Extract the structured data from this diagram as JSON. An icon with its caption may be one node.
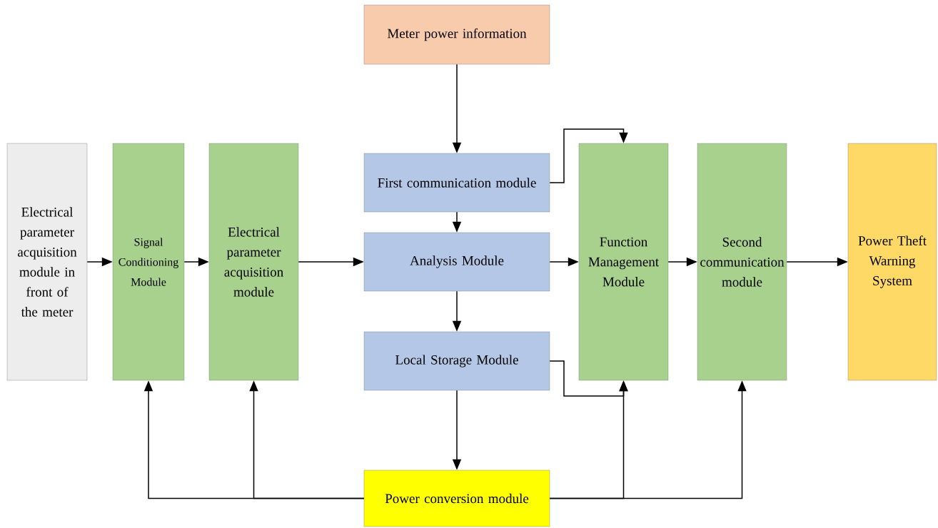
{
  "diagram": {
    "nodes": [
      {
        "text": [
          "Meter power information"
        ]
      },
      {
        "text": [
          "Electrical parameter acquisition module in front of the meter"
        ]
      },
      {
        "text": [
          "Signal Conditioning Module"
        ]
      },
      {
        "text": [
          "Electrical parameter acquisition module"
        ]
      },
      {
        "text": [
          "First communication module"
        ]
      },
      {
        "text": [
          "Analysis Module"
        ]
      },
      {
        "text": [
          "Local Storage Module"
        ]
      },
      {
        "text": [
          "Function Management Module"
        ]
      },
      {
        "text": [
          "Second communication module"
        ]
      },
      {
        "text": [
          "Power Theft Warning System"
        ]
      },
      {
        "text": [
          "Power conversion module"
        ]
      }
    ],
    "edges": [
      {
        "from": 0,
        "to": 4,
        "arrow": "to"
      },
      {
        "from": 1,
        "to": 2,
        "arrow": "to"
      },
      {
        "from": 2,
        "to": 3,
        "arrow": "to"
      },
      {
        "from": 3,
        "to": 5,
        "arrow": "to"
      },
      {
        "from": 4,
        "to": 5,
        "arrow": "to"
      },
      {
        "from": 4,
        "to": 7,
        "arrow": "to"
      },
      {
        "from": 5,
        "to": 7,
        "arrow": "to"
      },
      {
        "from": 5,
        "to": 6,
        "arrow": "to"
      },
      {
        "from": 6,
        "to": 7,
        "arrow": "to"
      },
      {
        "from": 6,
        "to": 10,
        "arrow": "to"
      },
      {
        "from": 7,
        "to": 8,
        "arrow": "to"
      },
      {
        "from": 8,
        "to": 9,
        "arrow": "to"
      },
      {
        "from": 10,
        "to": 2,
        "arrow": "to"
      },
      {
        "from": 10,
        "to": 3,
        "arrow": "to"
      },
      {
        "from": 10,
        "to": 7,
        "arrow": "to"
      },
      {
        "from": 10,
        "to": 8,
        "arrow": "to"
      }
    ]
  }
}
